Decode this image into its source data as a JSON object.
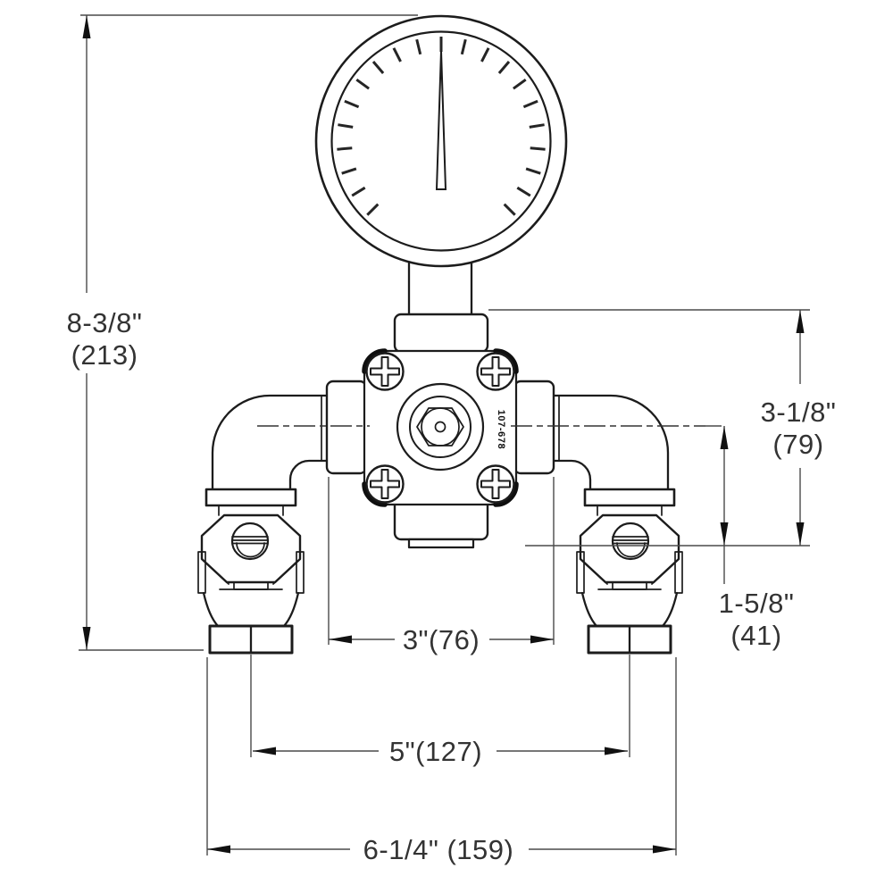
{
  "part_number": "107-678",
  "dimensions": {
    "overall_height": {
      "in": "8-3/8\"",
      "mm": "(213)"
    },
    "gauge_base_to_outlet": {
      "in": "3-1/8\"",
      "mm": "(79)"
    },
    "center_to_outlet": {
      "in": "1-5/8\"",
      "mm": "(41)"
    },
    "port_face_width": "3\"(76)",
    "outlet_center_spacing": "5\"(127)",
    "overall_width": "6-1/4\" (159)"
  },
  "gauge": {
    "tick_count": 21,
    "start_angle_deg": -45,
    "step_deg": 13.5
  }
}
